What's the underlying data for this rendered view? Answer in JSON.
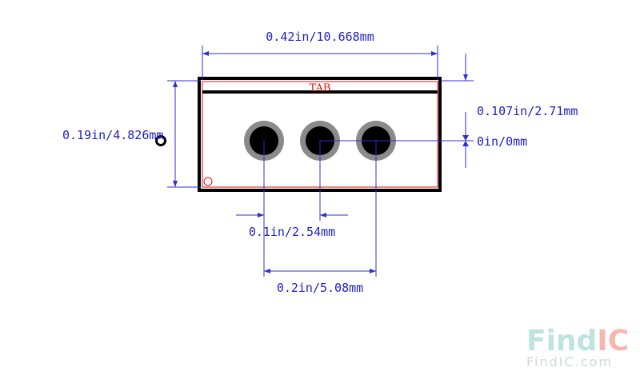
{
  "dimensions": {
    "width": "0.42in/10.668mm",
    "height": "0.19in/4.826mm",
    "tab_offset": "0.107in/2.71mm",
    "pin_offset": "0in/0mm",
    "pitch": "0.1in/2.54mm",
    "span": "0.2in/5.08mm"
  },
  "tab_label": "TAB",
  "watermark": {
    "find": "Find",
    "ic": "IC",
    "url": "FindIC.com"
  },
  "colors": {
    "dimension": "#3030d0",
    "silkscreen": "#000000",
    "courtyard": "#e01010",
    "pad_ring": "#8a8a8a",
    "pad_hole": "#000000",
    "watermark_teal": "#bfe3df",
    "watermark_red": "#f5b8b0"
  }
}
